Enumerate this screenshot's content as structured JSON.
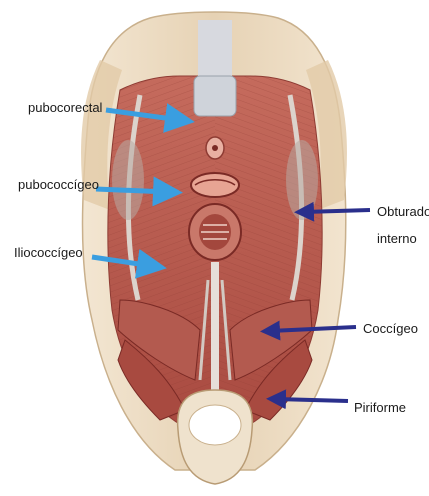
{
  "colors": {
    "arrow_light": "#3a9ee0",
    "arrow_dark": "#2a2f8c",
    "muscle": "#b85a4e",
    "muscle_dark": "#8e3b33",
    "bone": "#e9d8bf",
    "tendon": "#d9d3cf"
  },
  "labels": {
    "pubococcigeo_rectal": "pubocorectal",
    "pubococcigeo": "pubococcígeo",
    "iliococcigeo": "Iliococcígeo",
    "obturador_line1": "Obturador",
    "obturador_line2": "interno",
    "coccigeo": "Coccígeo",
    "piriforme": "Piriforme"
  }
}
